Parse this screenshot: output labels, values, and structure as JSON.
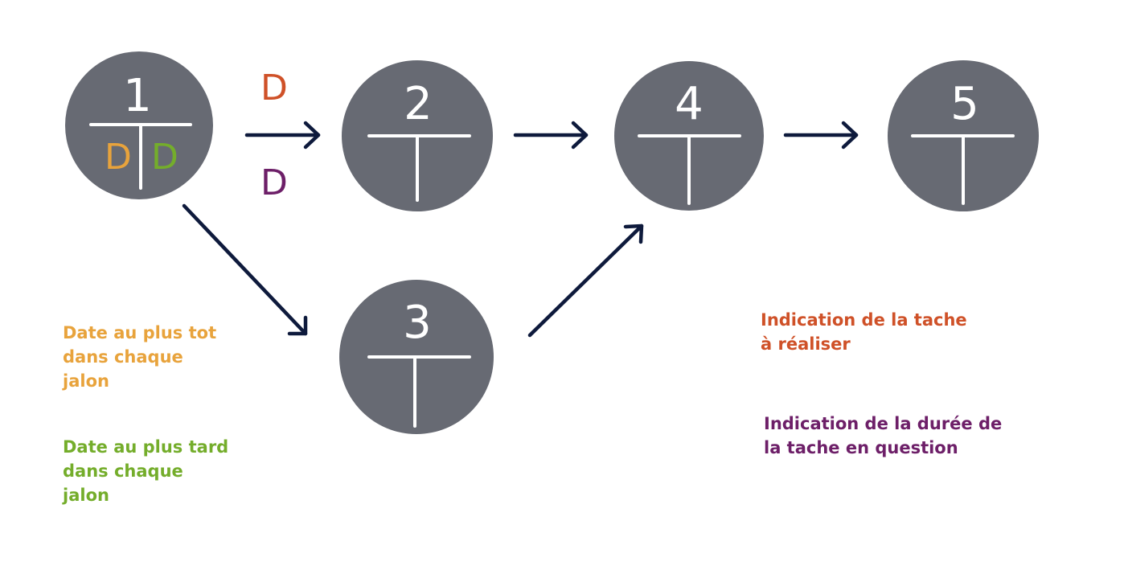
{
  "nodes": [
    {
      "id": "1",
      "label": "1",
      "early": "D",
      "late": "D"
    },
    {
      "id": "2",
      "label": "2"
    },
    {
      "id": "3",
      "label": "3"
    },
    {
      "id": "4",
      "label": "4"
    },
    {
      "id": "5",
      "label": "5"
    }
  ],
  "edges": [
    {
      "from": "1",
      "to": "2",
      "task": "D",
      "duration": "D"
    },
    {
      "from": "2",
      "to": "4"
    },
    {
      "from": "4",
      "to": "5"
    },
    {
      "from": "1",
      "to": "3"
    },
    {
      "from": "3",
      "to": "4"
    }
  ],
  "legend": {
    "early_date": "Date au plus tot\ndans chaque\njalon",
    "late_date": "Date au plus tard\ndans chaque\njalon",
    "task": "Indication de la tache\nà réaliser",
    "duration": "Indication de la durée de\nla tache en question"
  },
  "colors": {
    "node": "#676a73",
    "arrow": "#0e1a3c",
    "early": "#e8a33c",
    "late": "#74ad2b",
    "task": "#cf5128",
    "duration": "#6d1f68"
  }
}
